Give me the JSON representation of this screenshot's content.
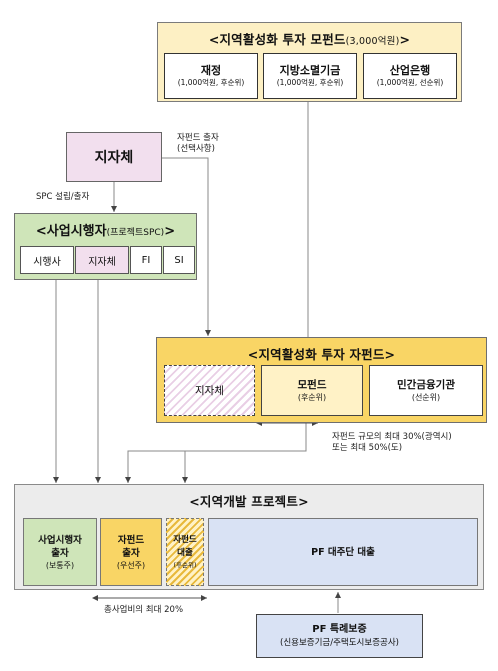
{
  "mother_fund": {
    "title": "<지역활성화 투자 모펀드(3,000억원)",
    "title_main": "<지역활성화 투자 모펀드",
    "title_amount": "(3,000억원)",
    "title_end": ">",
    "members": [
      {
        "name": "재정",
        "note": "(1,000억원, 후순위)"
      },
      {
        "name": "지방소멸기금",
        "note": "(1,000억원, 후순위)"
      },
      {
        "name": "산업은행",
        "note": "(1,000억원, 선순위)"
      }
    ]
  },
  "local_gov": {
    "label": "지자체"
  },
  "labels": {
    "child_fund_investment": [
      "자펀드 출자",
      "(선택사항)"
    ],
    "spc_investment": "SPC 설립/출자",
    "child_fund_limit": [
      "자펀드 규모의 최대 30%(광역시)",
      "또는 최대 50%(도)"
    ],
    "project_cost_limit": "총사업비의 최대 20%"
  },
  "spc": {
    "title_main": "<사업시행자",
    "title_sub": "(프로젝트SPC)",
    "members": [
      "시행사",
      "지자체",
      "FI",
      "SI"
    ]
  },
  "child_fund": {
    "title": "<지역활성화 투자 자펀드>",
    "members": [
      {
        "name": "지자체",
        "note": ""
      },
      {
        "name": "모펀드",
        "note": "(후순위)"
      },
      {
        "name": "민간금융기관",
        "note": "(선순위)"
      }
    ]
  },
  "project": {
    "title": "<지역개발 프로젝트>",
    "members": [
      {
        "name1": "사업시행자",
        "name2": "출자",
        "note": "(보통주)"
      },
      {
        "name1": "자펀드",
        "name2": "출자",
        "note": "(우선주)"
      },
      {
        "name1": "자펀드",
        "name2": "대출",
        "note": "(후순위)"
      },
      {
        "name1": "PF 대주단 대출",
        "name2": "",
        "note": ""
      }
    ]
  },
  "pf_guarantee": {
    "name": "PF 특례보증",
    "note": "(신용보증기금/주택도시보증공사)"
  },
  "colors": {
    "mother_bg": "#fdf0c4",
    "local_gov_bg": "#f2dfee",
    "spc_bg": "#cfe5b9",
    "child_bg": "#f9d565",
    "project_bg": "#ececec",
    "pf_bg": "#d9e2f4"
  }
}
